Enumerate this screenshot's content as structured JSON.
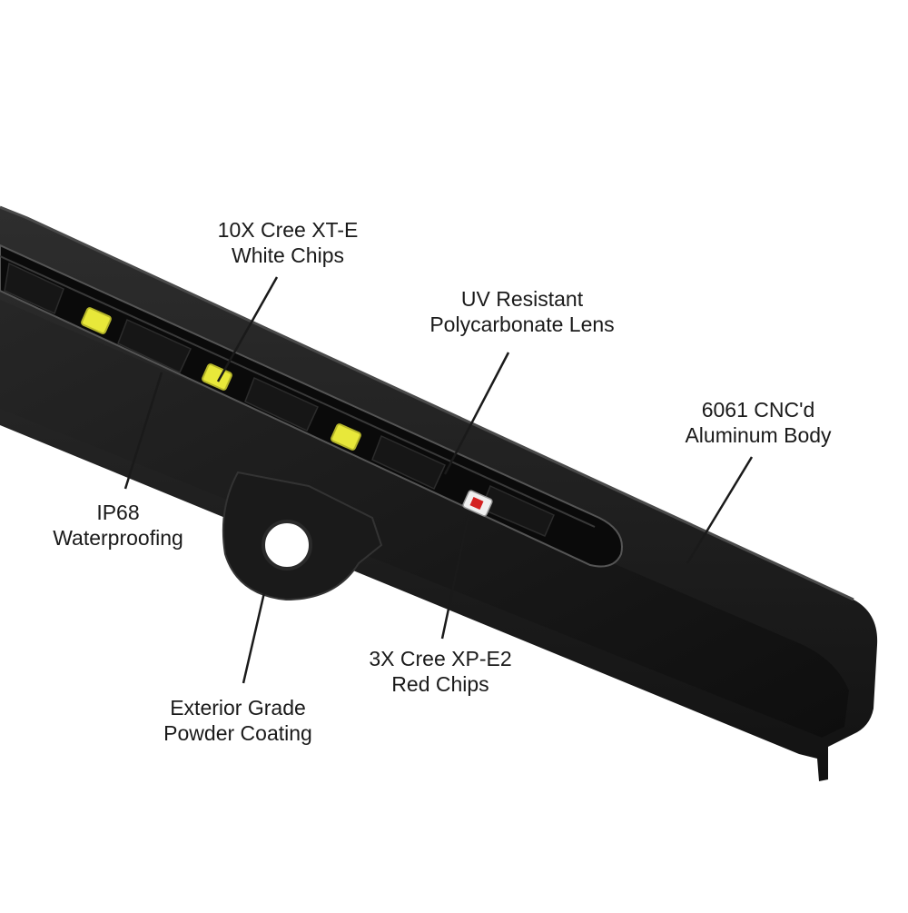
{
  "callouts": {
    "white_chips": {
      "line1": "10X Cree XT-E",
      "line2": "White Chips"
    },
    "lens": {
      "line1": "UV Resistant",
      "line2": "Polycarbonate Lens"
    },
    "body": {
      "line1": "6061 CNC'd",
      "line2": "Aluminum Body"
    },
    "waterproofing": {
      "line1": "IP68",
      "line2": "Waterproofing"
    },
    "red_chips": {
      "line1": "3X Cree XP-E2",
      "line2": "Red Chips"
    },
    "coating": {
      "line1": "Exterior Grade",
      "line2": "Powder Coating"
    }
  },
  "colors": {
    "background": "#ffffff",
    "body": "#1c1c1c",
    "white_chip": "#e8e83a",
    "red_chip": "#d42020",
    "leader_line": "#1a1a1a"
  }
}
